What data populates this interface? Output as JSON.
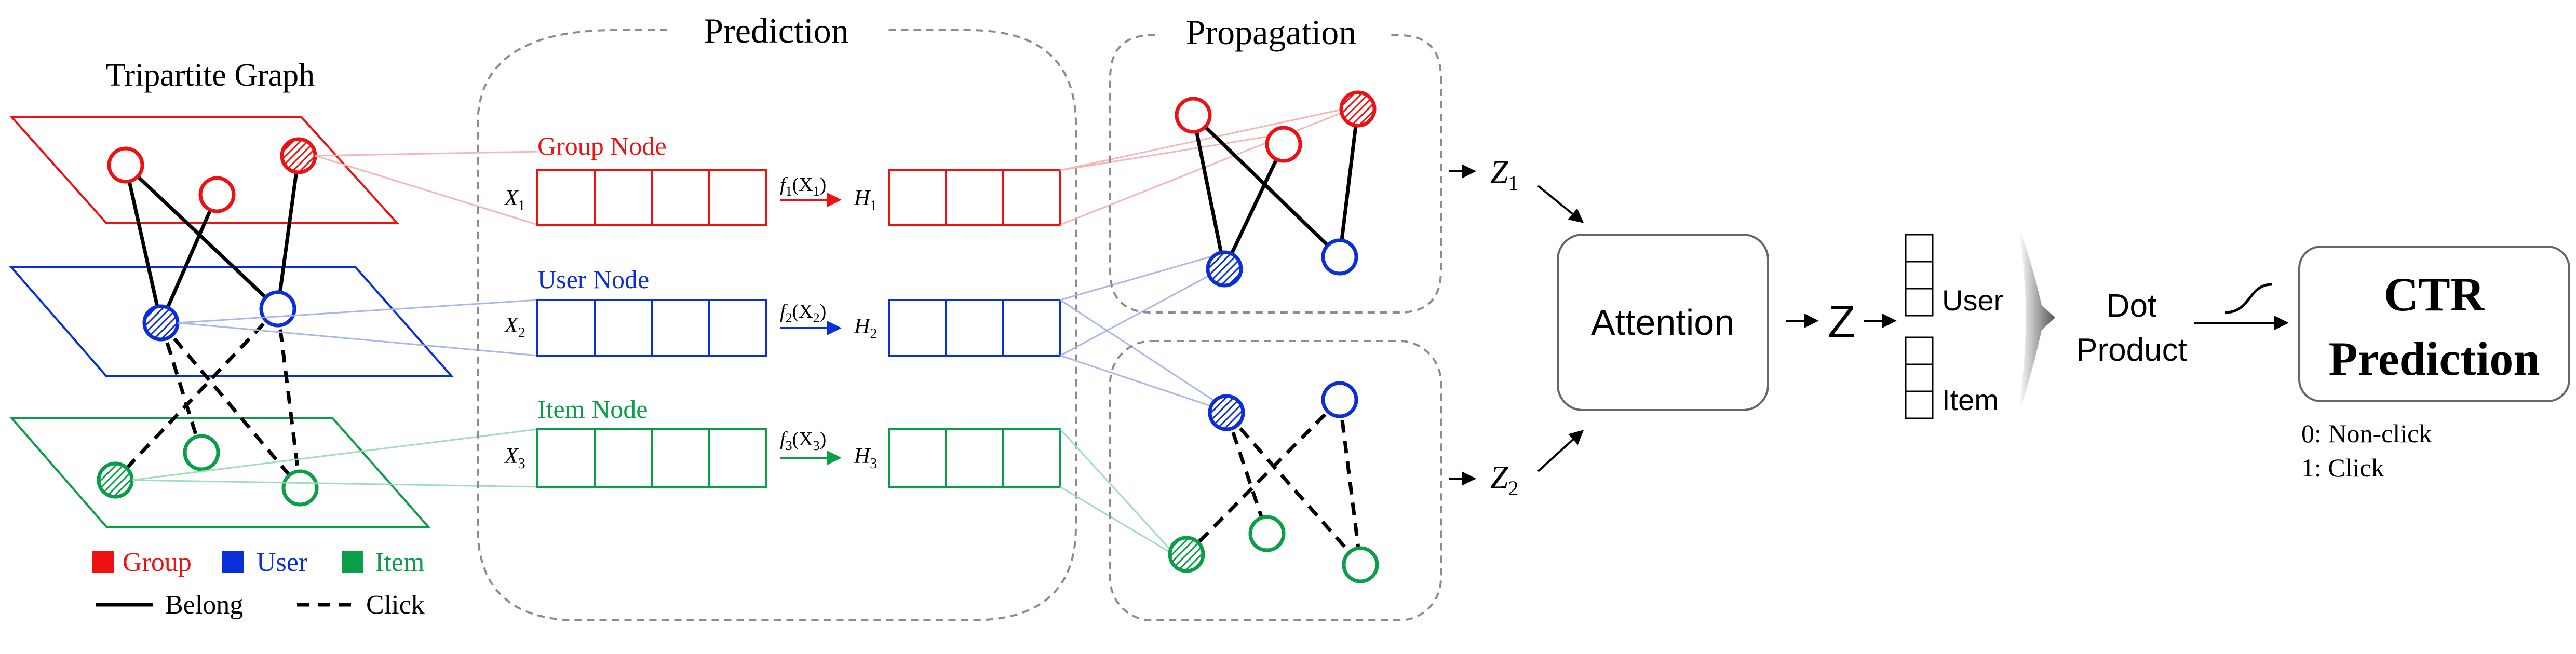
{
  "colors": {
    "group": "#ee1111",
    "user": "#0a2ed8",
    "item": "#0a9e48",
    "frame": "#8c8c8c",
    "line": "#000000",
    "box": "#666666",
    "faint_group": "#f7b4b4",
    "faint_user": "#a9b6ee",
    "faint_item": "#9fdcbb"
  },
  "tripartite": {
    "title": "Tripartite Graph",
    "legend": {
      "group": "Group",
      "user": "User",
      "item": "Item",
      "belong": "Belong",
      "click": "Click"
    }
  },
  "prediction": {
    "title": "Prediction",
    "rows": [
      {
        "node_label": "Group Node",
        "x_main": "X",
        "x_sub": "1",
        "f_main": "f",
        "f_sub": "1",
        "f_arg": "(X",
        "f_arg_sub": "1",
        "f_close": ")",
        "h_main": "H",
        "h_sub": "1"
      },
      {
        "node_label": "User Node",
        "x_main": "X",
        "x_sub": "2",
        "f_main": "f",
        "f_sub": "2",
        "f_arg": "(X",
        "f_arg_sub": "2",
        "f_close": ")",
        "h_main": "H",
        "h_sub": "2"
      },
      {
        "node_label": "Item Node",
        "x_main": "X",
        "x_sub": "3",
        "f_main": "f",
        "f_sub": "3",
        "f_arg": "(X",
        "f_arg_sub": "3",
        "f_close": ")",
        "h_main": "H",
        "h_sub": "3"
      }
    ]
  },
  "propagation": {
    "title": "Propagation",
    "z1_main": "Z",
    "z1_sub": "1",
    "z2_main": "Z",
    "z2_sub": "2"
  },
  "attention": {
    "label": "Attention"
  },
  "output": {
    "z_label": "Z",
    "user_label": "User",
    "item_label": "Item",
    "dot_line1": "Dot",
    "dot_line2": "Product",
    "ctr_line1": "CTR",
    "ctr_line2": "Prediction",
    "legend_line1": "0: Non-click",
    "legend_line2": "1: Click"
  }
}
